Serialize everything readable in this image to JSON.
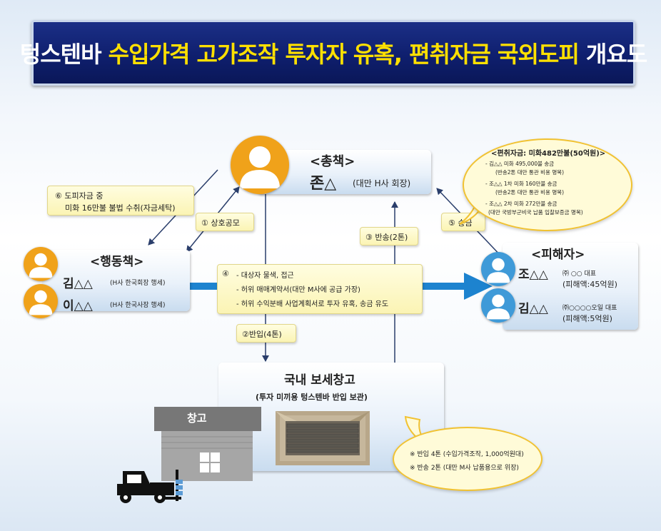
{
  "title": {
    "part1": "텅스텐바",
    "part2": "수입가격 고가조작 투자자 유혹,",
    "part3": "편취자금 국외도피",
    "part4": "개요도"
  },
  "ringleader": {
    "heading": "<총책>",
    "name": "존△",
    "role": "(대만 H사 회장)"
  },
  "operatives": {
    "heading": "<행동책>",
    "people": [
      {
        "name": "김△△",
        "role": "(H사 한국회장 행세)"
      },
      {
        "name": "이△△",
        "role": "(H사 한국사장 행세)"
      }
    ]
  },
  "victims": {
    "heading": "<피해자>",
    "people": [
      {
        "name": "조△△",
        "company": "㈜ ○○ 대표",
        "loss": "(피해액:45억원)"
      },
      {
        "name": "김△△",
        "company": "㈜○○○○오일 대표",
        "loss": "(피해액:5억원)"
      }
    ]
  },
  "labels": {
    "step1": "① 상호공모",
    "step2": "②반입(4톤)",
    "step3": "③ 반송(2톤)",
    "step5": "⑤ 송금",
    "step6": [
      "⑥ 도피자금 중",
      "미화 16만불 불법 수취(자금세탁)"
    ],
    "step4_num": "④",
    "step4": [
      "-  대상자 물색, 접근",
      "-  허위 매매계약서(대만 M사에  공급  가장)",
      "-  허위 수익분배 사업계획서로  투자 유혹, 송금 유도"
    ]
  },
  "funds_bubble": {
    "title": "<편취자금: 미화482만불(50억원)>",
    "lines": [
      "-  김△△  미화 495,000불 송금",
      "(반송2톤 대만 통관 비용  명목)",
      "-  조△△  1차  미화 160만불 송금",
      "(반송2톤 대만 통관 비용  명목)",
      "-  조△△  2차  미화 272만불  송금",
      "(대만 국방부군비국  납품 입찰보증금 명목)"
    ]
  },
  "warehouse": {
    "title": "국내 보세창고",
    "subtitle": "(투자 미끼용 텅스텐바 반입 보관)",
    "building_label": "창고"
  },
  "warehouse_bubble": {
    "lines": [
      "※  반입 4톤 (수입가격조작, 1,000억원대)",
      "※  반송 2톤 (대만 M사  납품용으로 위장)"
    ]
  },
  "colors": {
    "banner": "#0f1f6e",
    "title_highlight": "#ffe000",
    "person_orange": "#f0a21a",
    "person_blue": "#3f9ad8",
    "arrow_blue": "#1d83cf",
    "line": "#2a3e6b"
  }
}
